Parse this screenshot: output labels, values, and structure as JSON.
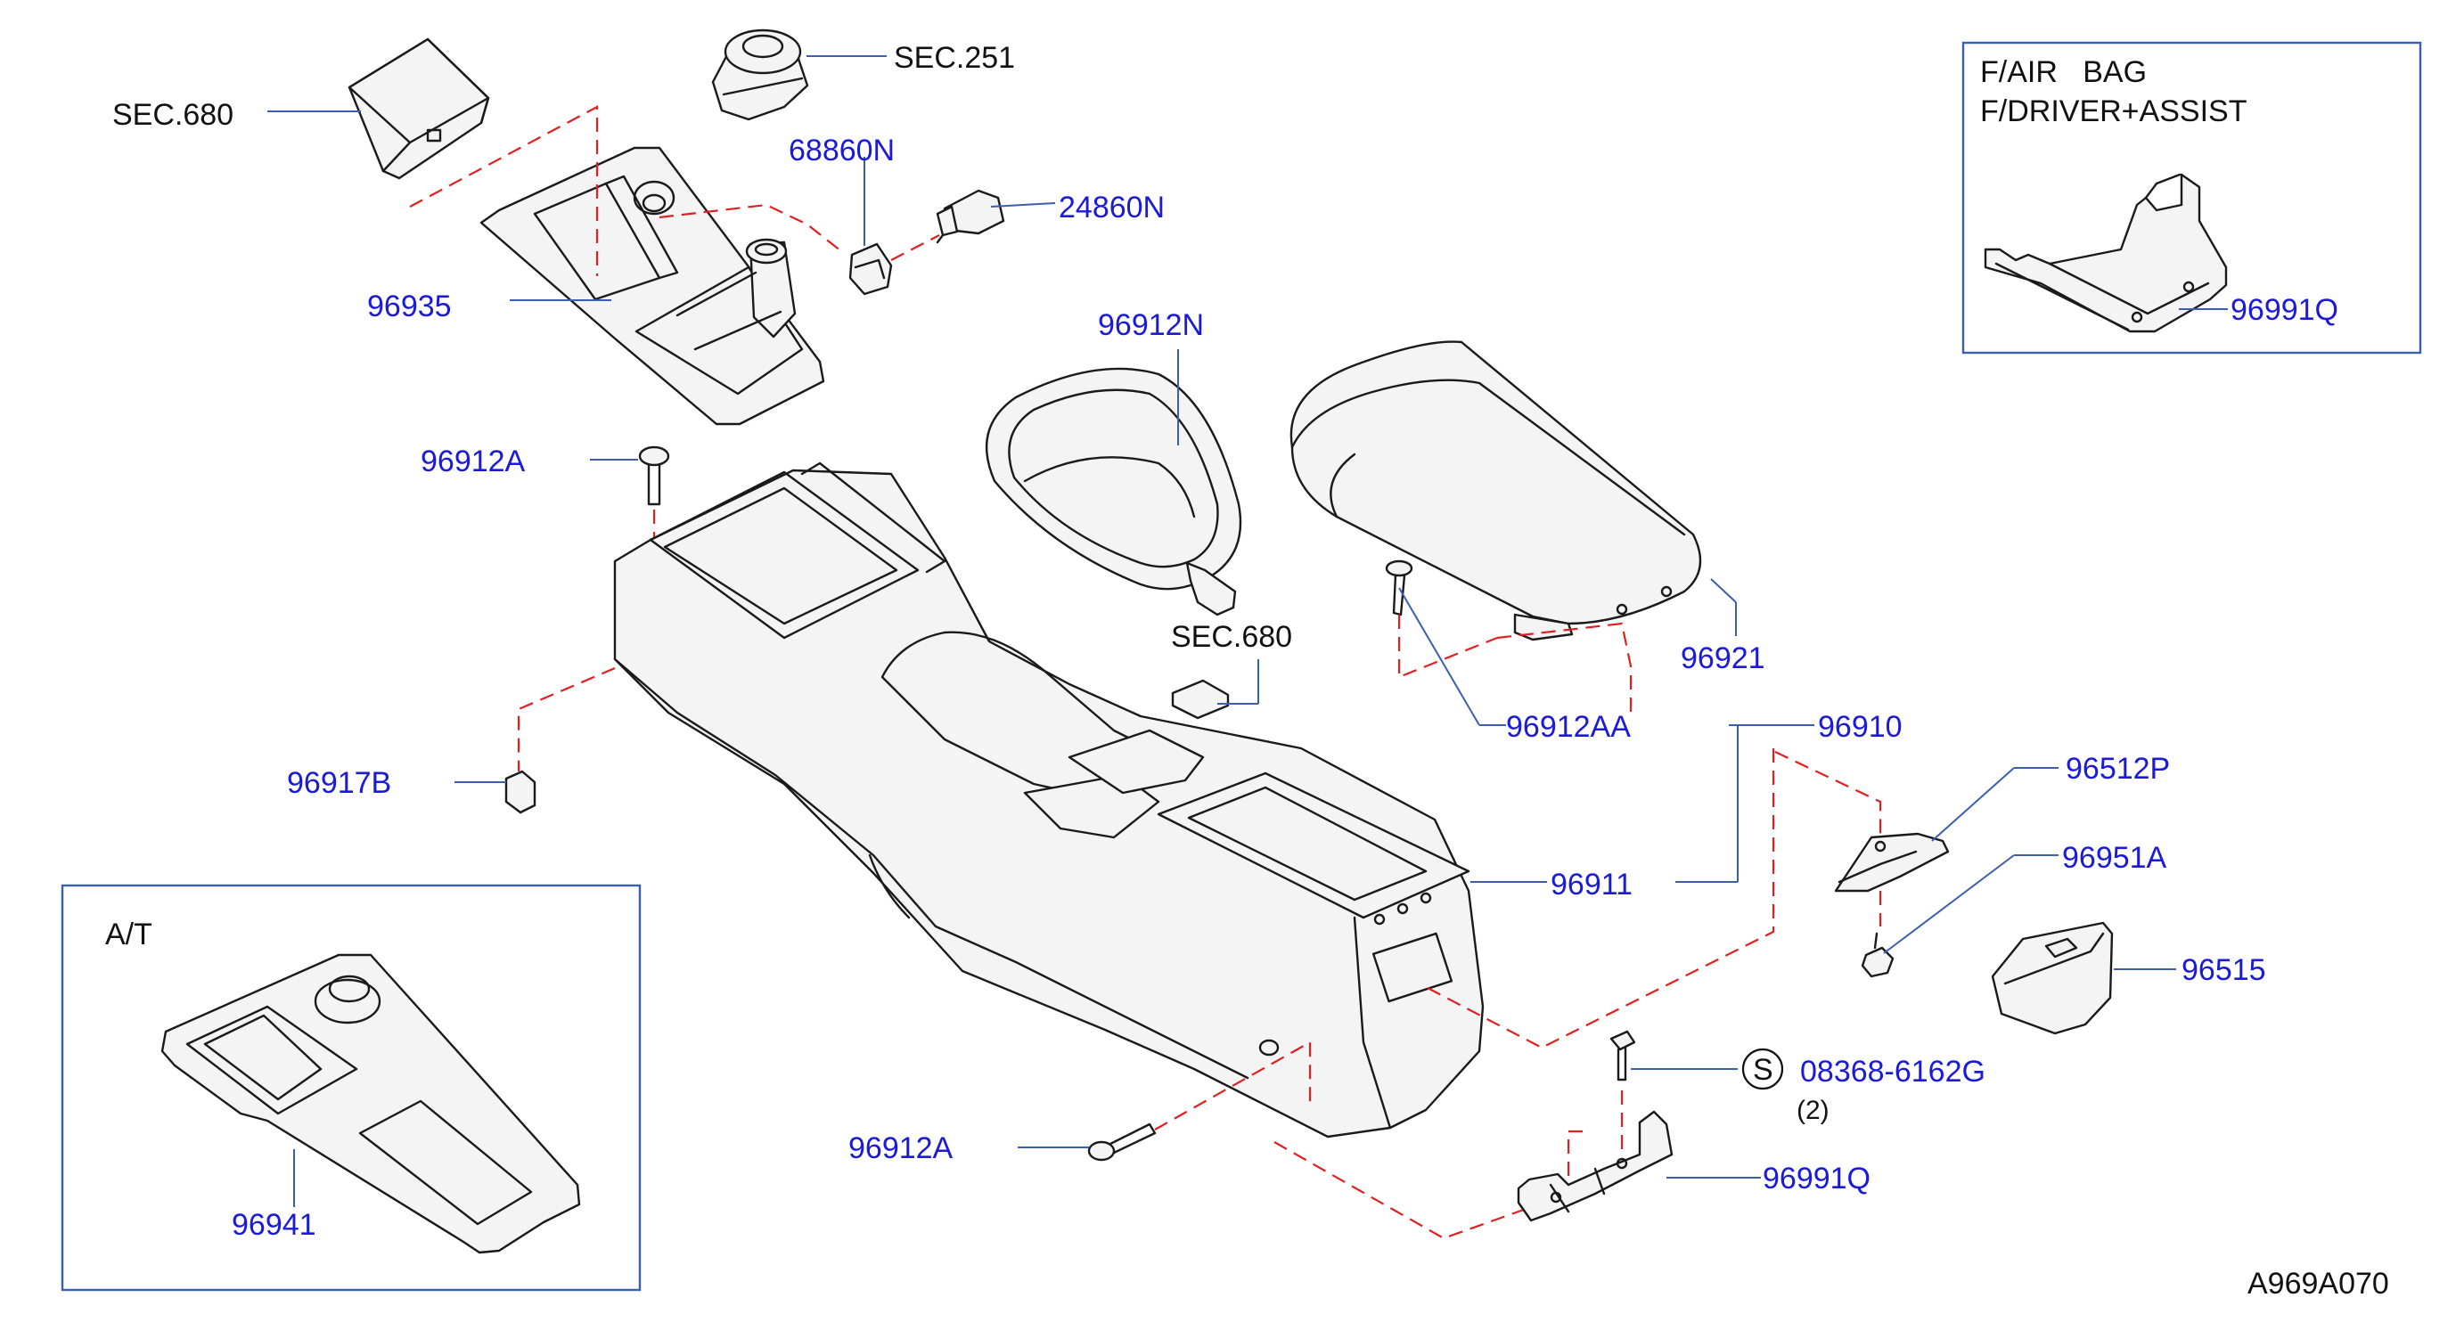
{
  "diagram": {
    "code": "A969A070",
    "labels": {
      "sec680_top": "SEC.680",
      "sec251": "SEC.251",
      "p68860N": "68860N",
      "p24860N": "24860N",
      "p96935": "96935",
      "p96912N": "96912N",
      "p96912A_top": "96912A",
      "sec680_mid": "SEC.680",
      "p96921": "96921",
      "p96912AA": "96912AA",
      "p96910": "96910",
      "p96917B": "96917B",
      "p96512P": "96512P",
      "p96951A": "96951A",
      "p96911": "96911",
      "p96515": "96515",
      "p08368": "08368-6162G",
      "s_mark": "S",
      "qty2": "(2)",
      "p96912A_bottom": "96912A",
      "p96991Q_bottom": "96991Q",
      "p96941": "96941",
      "p96991Q_box": "96991Q"
    },
    "airbag_box": {
      "line1": "F/AIR   BAG",
      "line2": "F/DRIVER+ASSIST"
    },
    "at_box": {
      "title": "A/T"
    }
  }
}
